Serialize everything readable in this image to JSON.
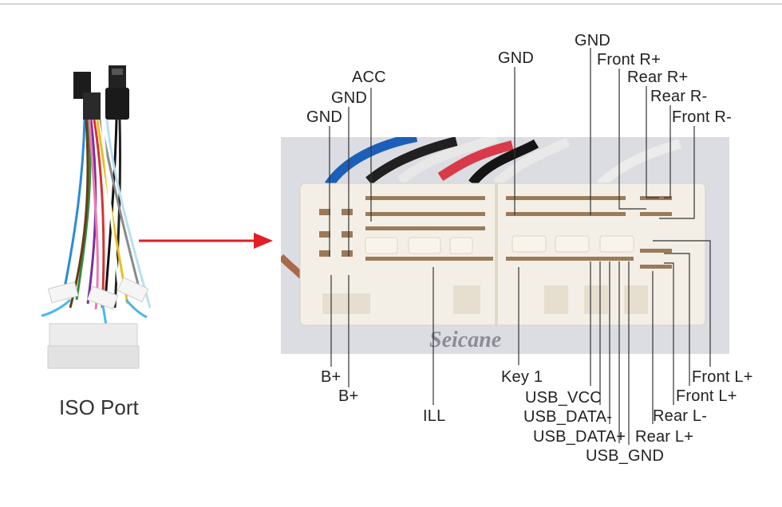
{
  "iso_label": "ISO Port",
  "brand_watermark": "Seicane",
  "pins_top": {
    "acc": "ACC",
    "gnd_1": "GND",
    "gnd_2": "GND",
    "gnd_3": "GND",
    "gnd_4": "GND",
    "front_r_plus": "Front R+",
    "rear_r_plus": "Rear R+",
    "rear_r_minus": "Rear R-",
    "front_r_minus": "Front R-"
  },
  "pins_bottom": {
    "b_plus_1": "B+",
    "b_plus_2": "B+",
    "ill": "ILL",
    "key1": "Key 1",
    "usb_vcc": "USB_VCC",
    "usb_data_minus": "USB_DATA-",
    "usb_data_plus": "USB_DATA+",
    "usb_gnd": "USB_GND",
    "front_l_plus_1": "Front L+",
    "front_l_plus_2": "Front L+",
    "rear_l_minus": "Rear L-",
    "rear_l_plus": "Rear L+"
  },
  "colors": {
    "arrow": "#e31e24",
    "connector_body": "#f3efe6",
    "leader_line": "#333333"
  }
}
